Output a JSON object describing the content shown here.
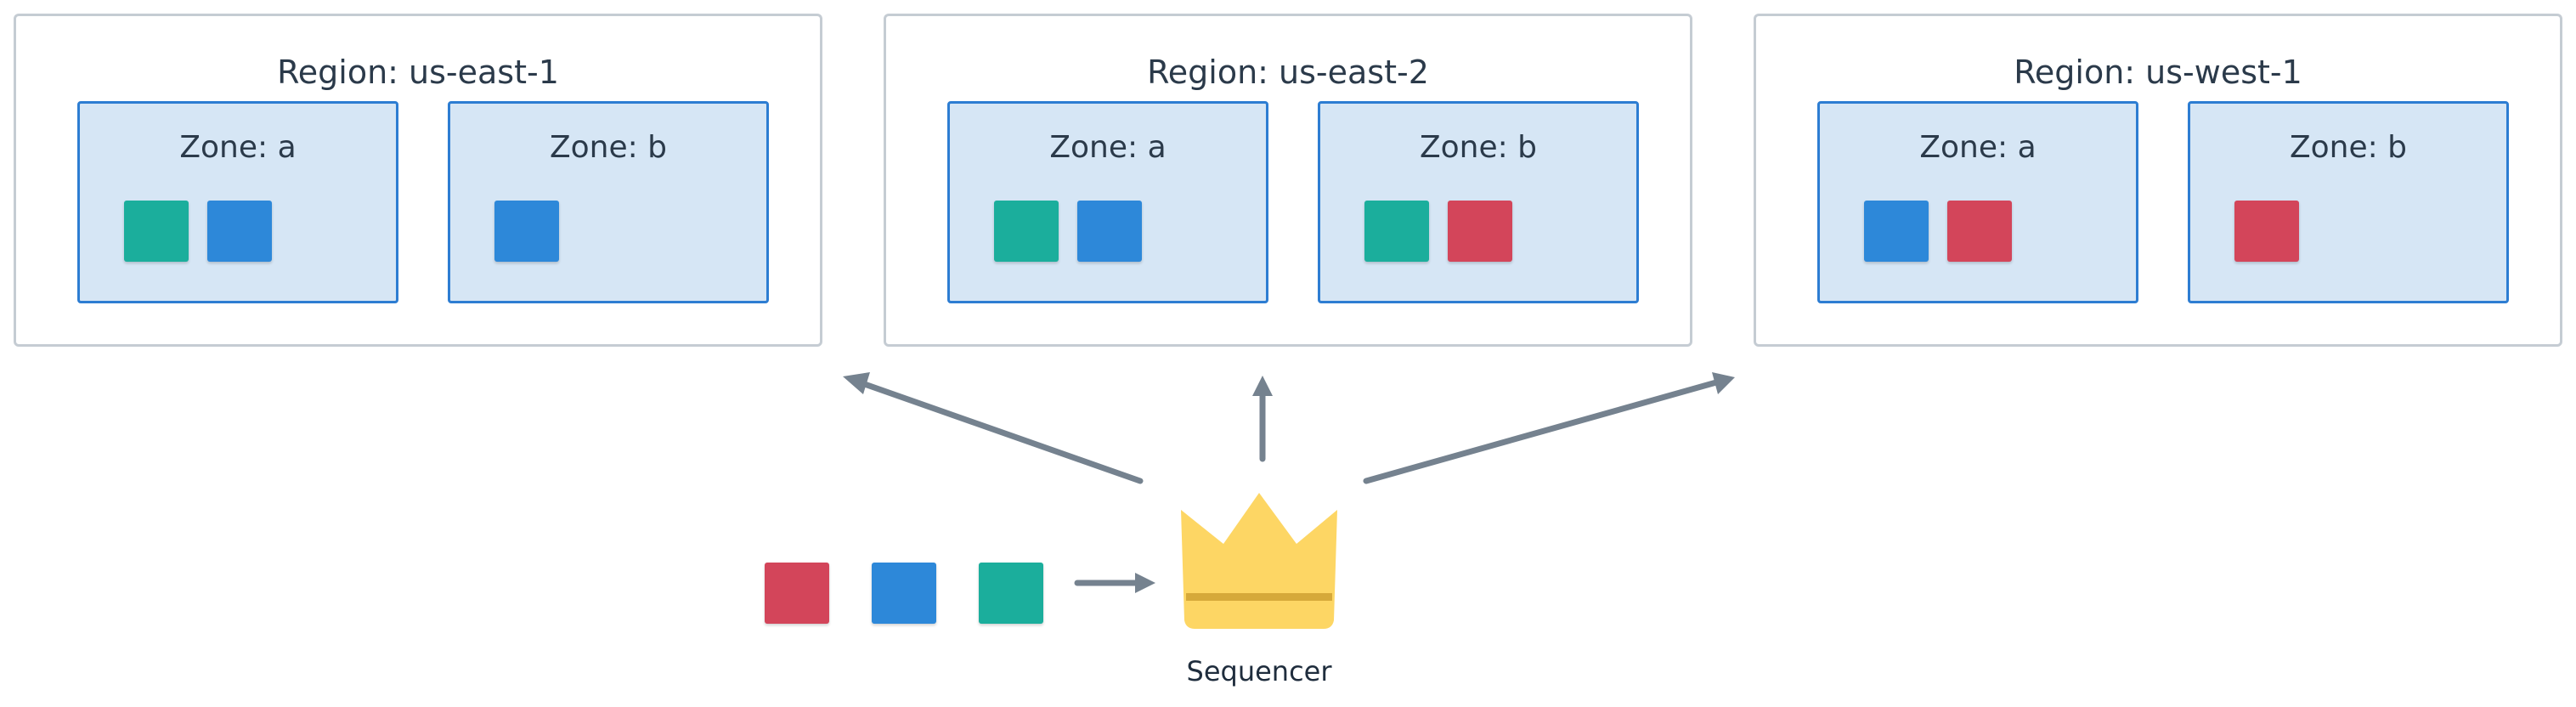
{
  "colors": {
    "teal": "#1bae9c",
    "blue": "#2d88d9",
    "red": "#d3455a",
    "arrow": "#75828f",
    "crown": "#fdd664",
    "crown_band": "#d6a93a"
  },
  "regions": [
    {
      "title": "Region: us-east-1",
      "zones": [
        {
          "title": "Zone: a",
          "items": [
            "teal",
            "blue"
          ]
        },
        {
          "title": "Zone: b",
          "items": [
            "blue"
          ]
        }
      ]
    },
    {
      "title": "Region: us-east-2",
      "zones": [
        {
          "title": "Zone: a",
          "items": [
            "teal",
            "blue"
          ]
        },
        {
          "title": "Zone: b",
          "items": [
            "teal",
            "red"
          ]
        }
      ]
    },
    {
      "title": "Region: us-west-1",
      "zones": [
        {
          "title": "Zone: a",
          "items": [
            "blue",
            "red"
          ]
        },
        {
          "title": "Zone: b",
          "items": [
            "red"
          ]
        }
      ]
    }
  ],
  "queue": [
    "red",
    "blue",
    "teal"
  ],
  "sequencer": {
    "label": "Sequencer",
    "icon": "crown-icon"
  }
}
